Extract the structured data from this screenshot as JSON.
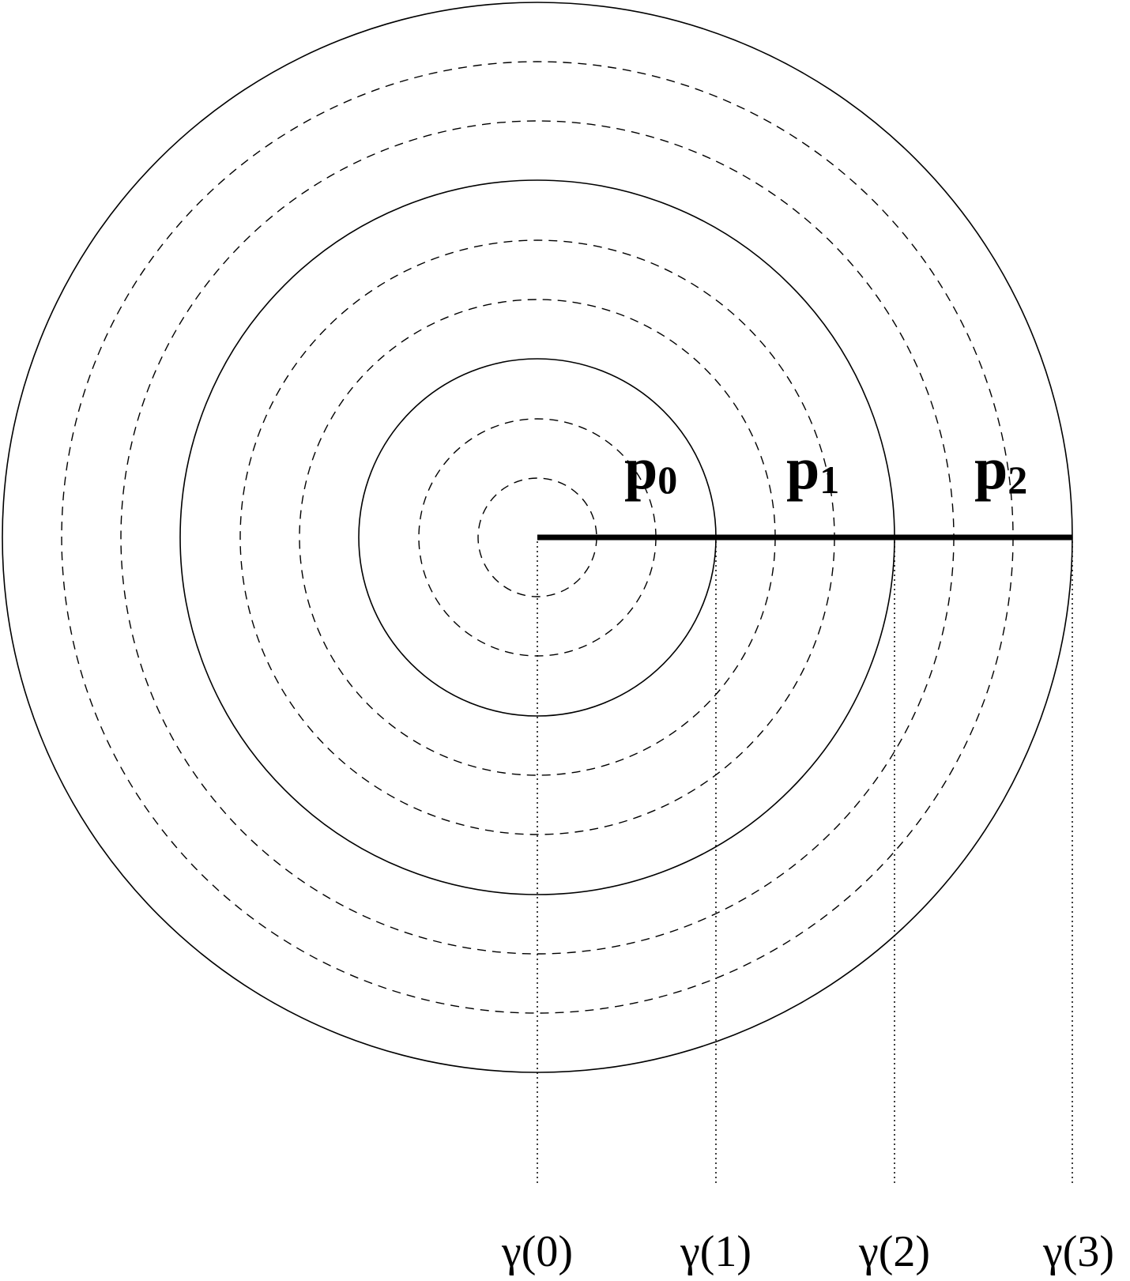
{
  "points": [
    {
      "base": "p",
      "sub": "0"
    },
    {
      "base": "p",
      "sub": "1"
    },
    {
      "base": "p",
      "sub": "2"
    }
  ],
  "gamma_labels": [
    "γ(0)",
    "γ(1)",
    "γ(2)",
    "γ(3)"
  ]
}
